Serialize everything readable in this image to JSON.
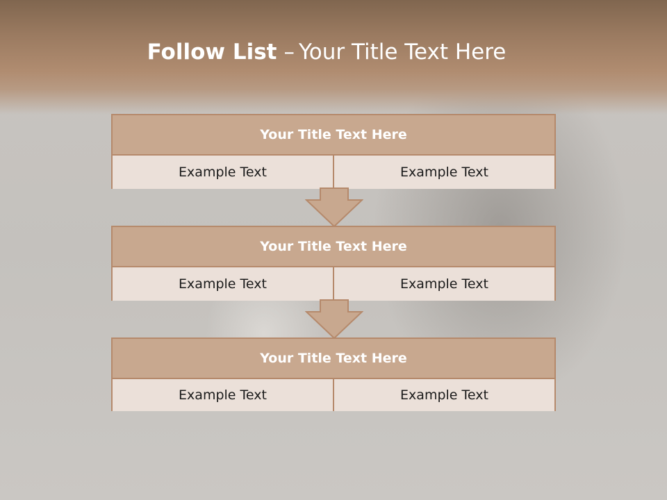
{
  "slide": {
    "title_main": "Follow List",
    "title_sep": "–",
    "title_sub": "Your Title Text Here"
  },
  "blocks": [
    {
      "title": "Your Title Text Here",
      "left": "Example Text",
      "right": "Example Text"
    },
    {
      "title": "Your Title Text Here",
      "left": "Example Text",
      "right": "Example Text"
    },
    {
      "title": "Your Title Text Here",
      "left": "Example Text",
      "right": "Example Text"
    }
  ],
  "colors": {
    "header_band": "#9a7a60",
    "block_title_fill": "#c8a88f",
    "cell_fill": "#ebe0d9",
    "border": "#b5896b"
  }
}
